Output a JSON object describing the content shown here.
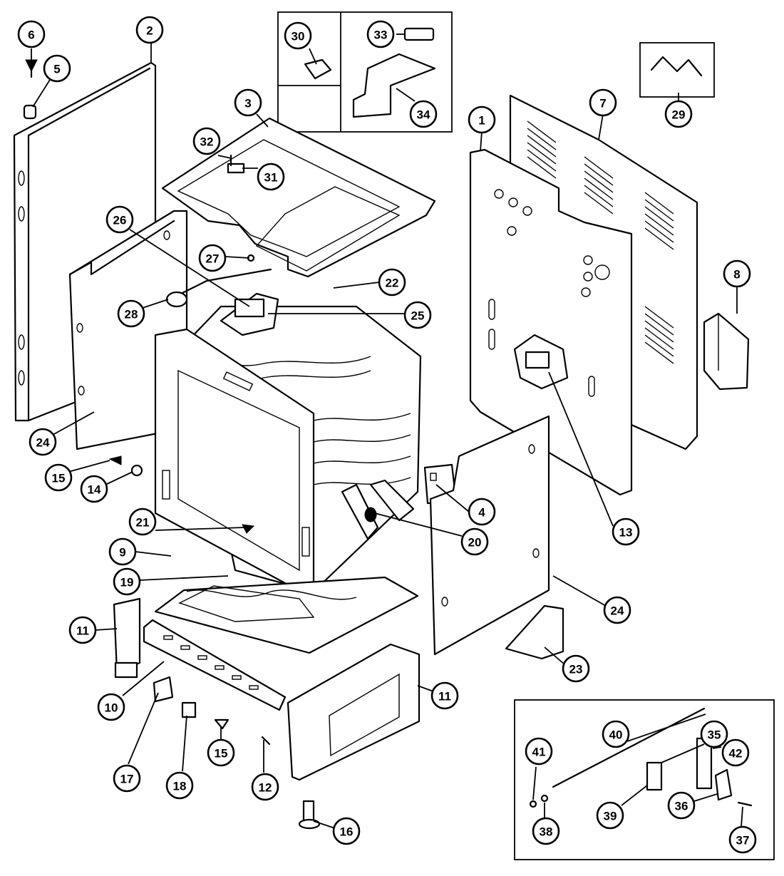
{
  "callouts": [
    {
      "id": "1",
      "label": "1"
    },
    {
      "id": "2",
      "label": "2"
    },
    {
      "id": "3",
      "label": "3"
    },
    {
      "id": "4",
      "label": "4"
    },
    {
      "id": "5",
      "label": "5"
    },
    {
      "id": "6",
      "label": "6"
    },
    {
      "id": "7",
      "label": "7"
    },
    {
      "id": "8",
      "label": "8"
    },
    {
      "id": "9",
      "label": "9"
    },
    {
      "id": "10",
      "label": "10"
    },
    {
      "id": "11a",
      "label": "11"
    },
    {
      "id": "11b",
      "label": "11"
    },
    {
      "id": "12",
      "label": "12"
    },
    {
      "id": "13",
      "label": "13"
    },
    {
      "id": "14",
      "label": "14"
    },
    {
      "id": "15a",
      "label": "15"
    },
    {
      "id": "15b",
      "label": "15"
    },
    {
      "id": "16",
      "label": "16"
    },
    {
      "id": "17",
      "label": "17"
    },
    {
      "id": "18",
      "label": "18"
    },
    {
      "id": "19",
      "label": "19"
    },
    {
      "id": "20",
      "label": "20"
    },
    {
      "id": "21",
      "label": "21"
    },
    {
      "id": "22",
      "label": "22"
    },
    {
      "id": "23",
      "label": "23"
    },
    {
      "id": "24a",
      "label": "24"
    },
    {
      "id": "24b",
      "label": "24"
    },
    {
      "id": "25",
      "label": "25"
    },
    {
      "id": "26",
      "label": "26"
    },
    {
      "id": "27",
      "label": "27"
    },
    {
      "id": "28",
      "label": "28"
    },
    {
      "id": "29",
      "label": "29"
    },
    {
      "id": "30",
      "label": "30"
    },
    {
      "id": "31",
      "label": "31"
    },
    {
      "id": "32",
      "label": "32"
    },
    {
      "id": "33",
      "label": "33"
    },
    {
      "id": "34",
      "label": "34"
    },
    {
      "id": "35",
      "label": "35"
    },
    {
      "id": "36",
      "label": "36"
    },
    {
      "id": "37",
      "label": "37"
    },
    {
      "id": "38",
      "label": "38"
    },
    {
      "id": "39",
      "label": "39"
    },
    {
      "id": "40",
      "label": "40"
    },
    {
      "id": "41",
      "label": "41"
    },
    {
      "id": "42",
      "label": "42"
    }
  ]
}
